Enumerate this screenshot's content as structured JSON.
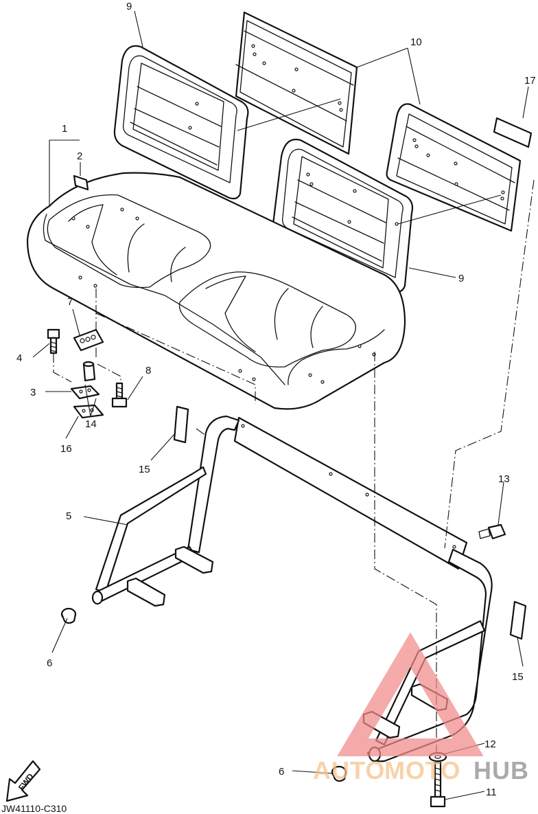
{
  "diagram_code": "JW41110-C310",
  "fwd_label": "FWD",
  "callouts": {
    "c1": "1",
    "c2": "2",
    "c3": "3",
    "c4": "4",
    "c5": "5",
    "c6a": "6",
    "c6b": "6",
    "c7": "7",
    "c8": "8",
    "c9a": "9",
    "c9b": "9",
    "c10": "10",
    "c11": "11",
    "c12": "12",
    "c13": "13",
    "c14": "14",
    "c15a": "15",
    "c15b": "15",
    "c16": "16",
    "c17": "17"
  },
  "watermark": {
    "part1": "AUTO",
    "part2": "MOTO",
    "part3": "HUB",
    "color_primary": "#f28a8a",
    "color_secondary": "#f5c28a",
    "color_dark": "#8a8a8a"
  }
}
